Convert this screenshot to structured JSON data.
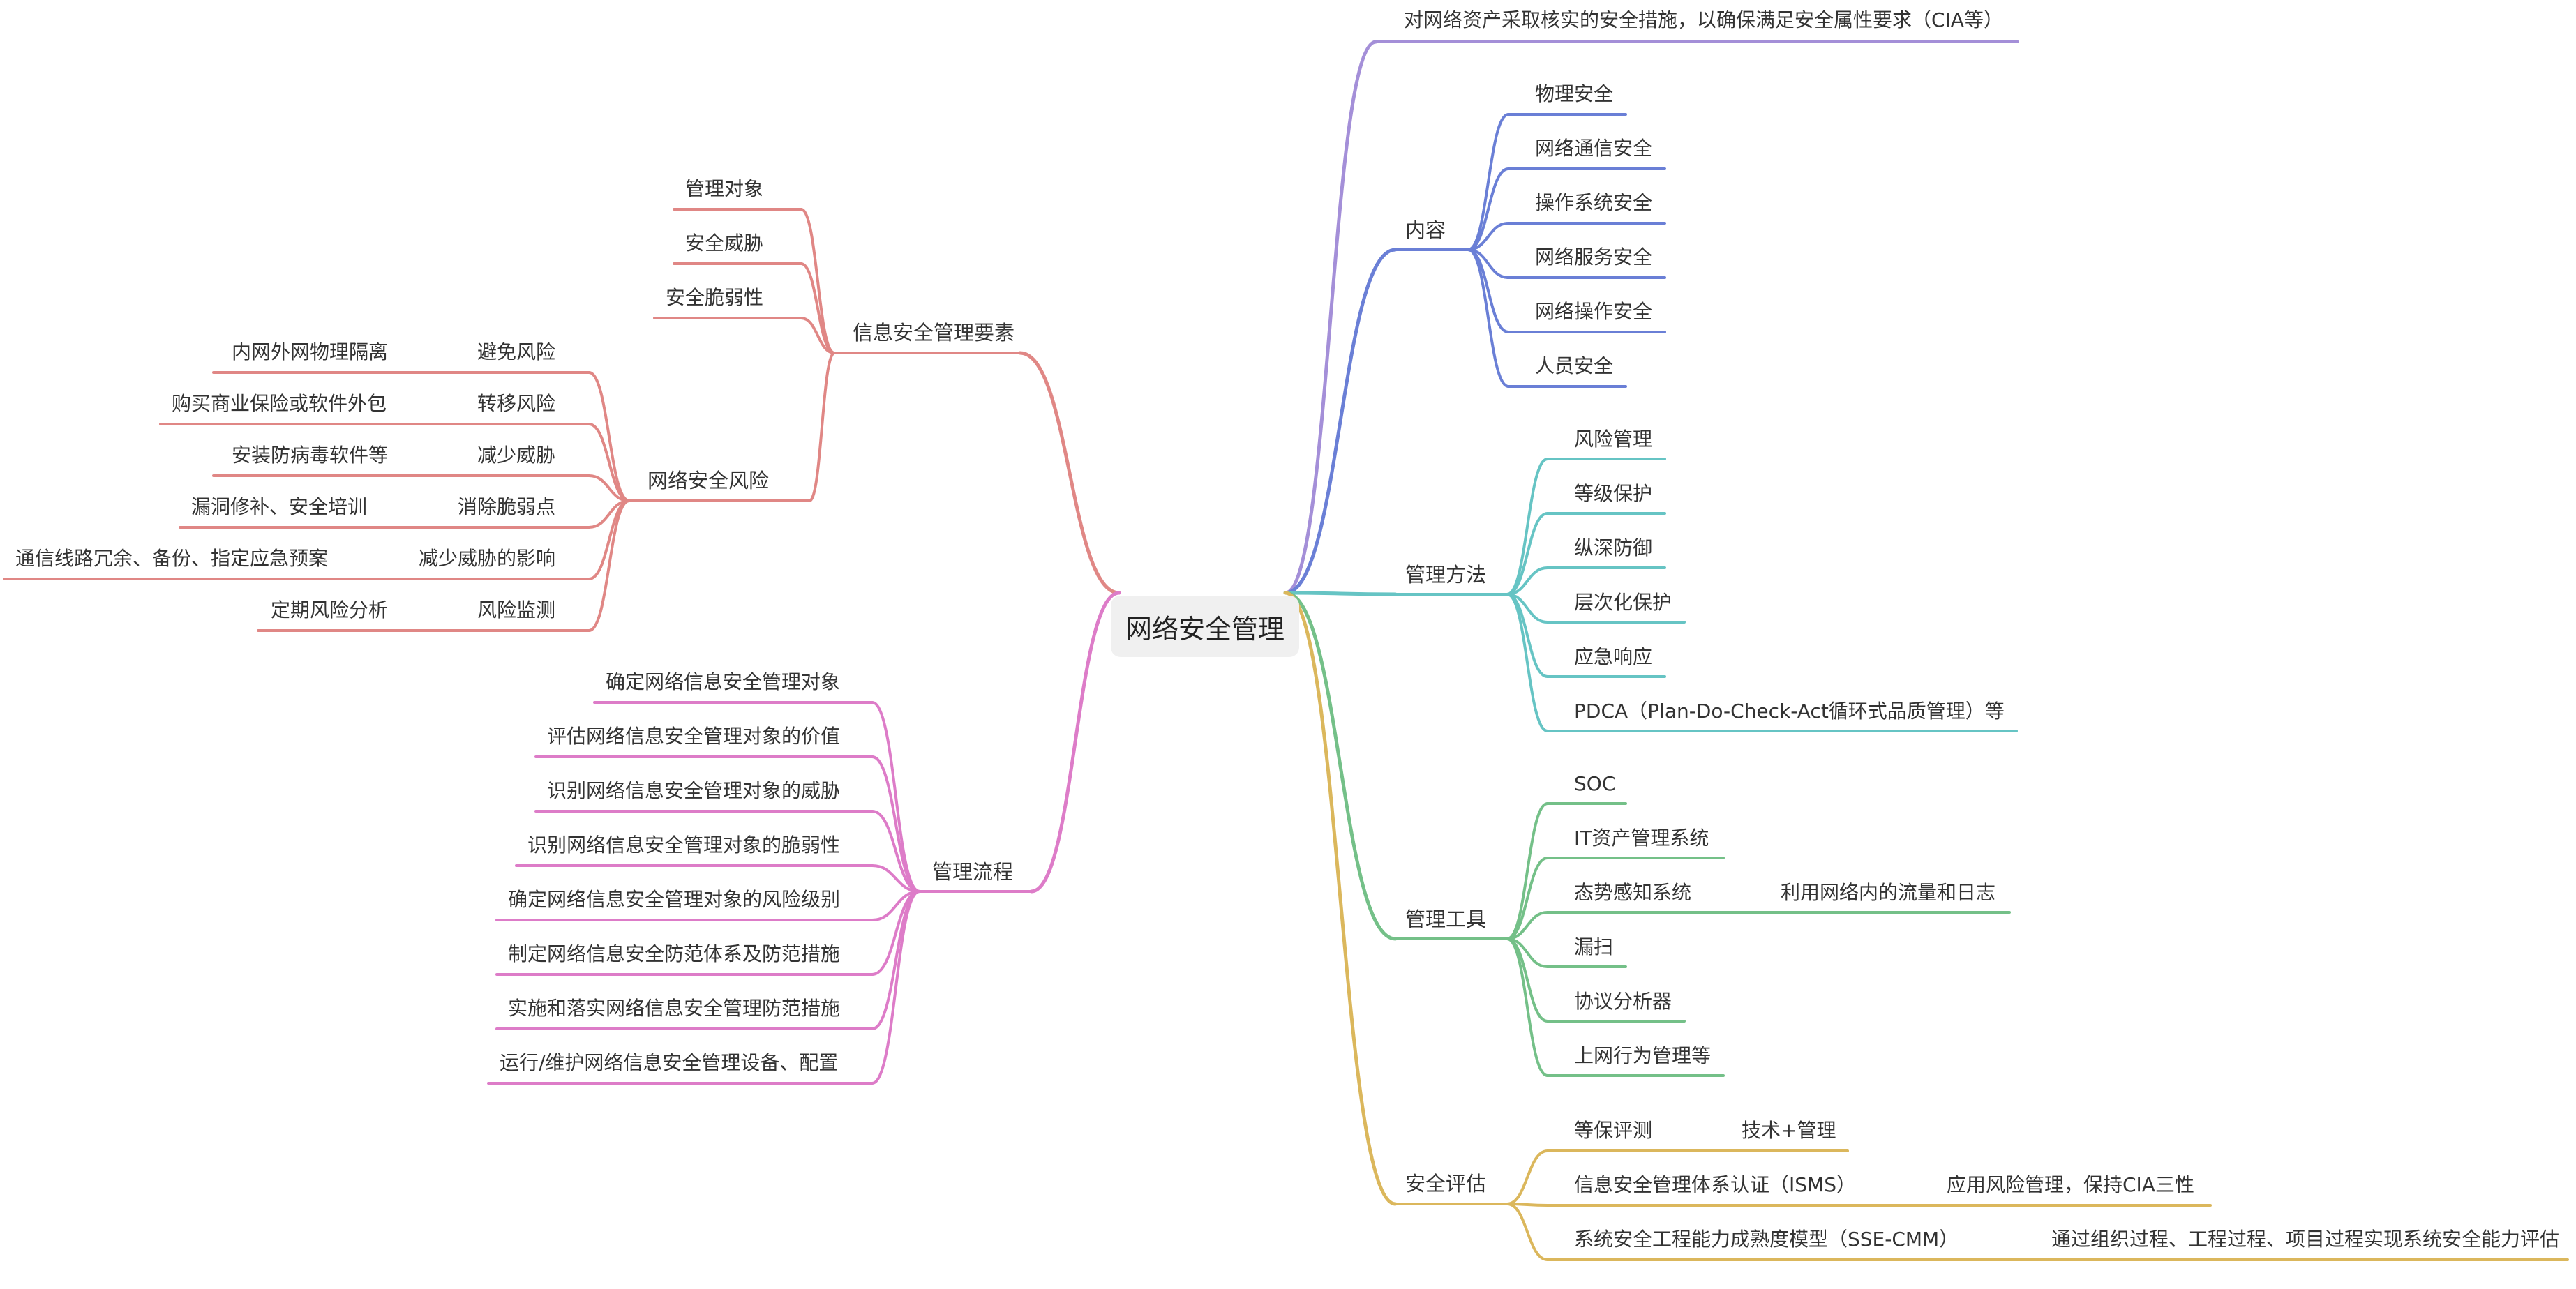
{
  "root": "网络安全管理",
  "colors": {
    "purple": "#a48fd8",
    "blue": "#6a7fd6",
    "teal": "#66c4c4",
    "green": "#74c088",
    "gold": "#dbb75c",
    "pink": "#dd7cc8",
    "red": "#e08785"
  },
  "branches": {
    "definition": {
      "text": "对网络资产采取核实的安全措施，以确保满足安全属性要求（CIA等）"
    },
    "content": {
      "label": "内容",
      "items": [
        "物理安全",
        "网络通信安全",
        "操作系统安全",
        "网络服务安全",
        "网络操作安全",
        "人员安全"
      ]
    },
    "methods": {
      "label": "管理方法",
      "items": [
        "风险管理",
        "等级保护",
        "纵深防御",
        "层次化保护",
        "应急响应",
        "PDCA（Plan-Do-Check-Act循环式品质管理）等"
      ]
    },
    "tools": {
      "label": "管理工具",
      "items": [
        "SOC",
        "IT资产管理系统",
        "态势感知系统",
        "漏扫",
        "协议分析器",
        "上网行为管理等"
      ],
      "situation_note": "利用网络内的流量和日志"
    },
    "assessment": {
      "label": "安全评估",
      "items": [
        {
          "name": "等保评测",
          "note": "技术+管理"
        },
        {
          "name": "信息安全管理体系认证（ISMS）",
          "note": "应用风险管理，保持CIA三性"
        },
        {
          "name": "系统安全工程能力成熟度模型（SSE-CMM）",
          "note": "通过组织过程、工程过程、项目过程实现系统安全能力评估"
        }
      ]
    },
    "elements": {
      "label": "信息安全管理要素",
      "items": [
        "管理对象",
        "安全威胁",
        "安全脆弱性"
      ],
      "risk": {
        "label": "网络安全风险",
        "items": [
          {
            "name": "避免风险",
            "note": "内网外网物理隔离"
          },
          {
            "name": "转移风险",
            "note": "购买商业保险或软件外包"
          },
          {
            "name": "减少威胁",
            "note": "安装防病毒软件等"
          },
          {
            "name": "消除脆弱点",
            "note": "漏洞修补、安全培训"
          },
          {
            "name": "减少威胁的影响",
            "note": "通信线路冗余、备份、指定应急预案"
          },
          {
            "name": "风险监测",
            "note": "定期风险分析"
          }
        ]
      }
    },
    "process": {
      "label": "管理流程",
      "items": [
        "确定网络信息安全管理对象",
        "评估网络信息安全管理对象的价值",
        "识别网络信息安全管理对象的威胁",
        "识别网络信息安全管理对象的脆弱性",
        "确定网络信息安全管理对象的风险级别",
        "制定网络信息安全防范体系及防范措施",
        "实施和落实网络信息安全管理防范措施",
        "运行/维护网络信息安全管理设备、配置"
      ]
    }
  }
}
